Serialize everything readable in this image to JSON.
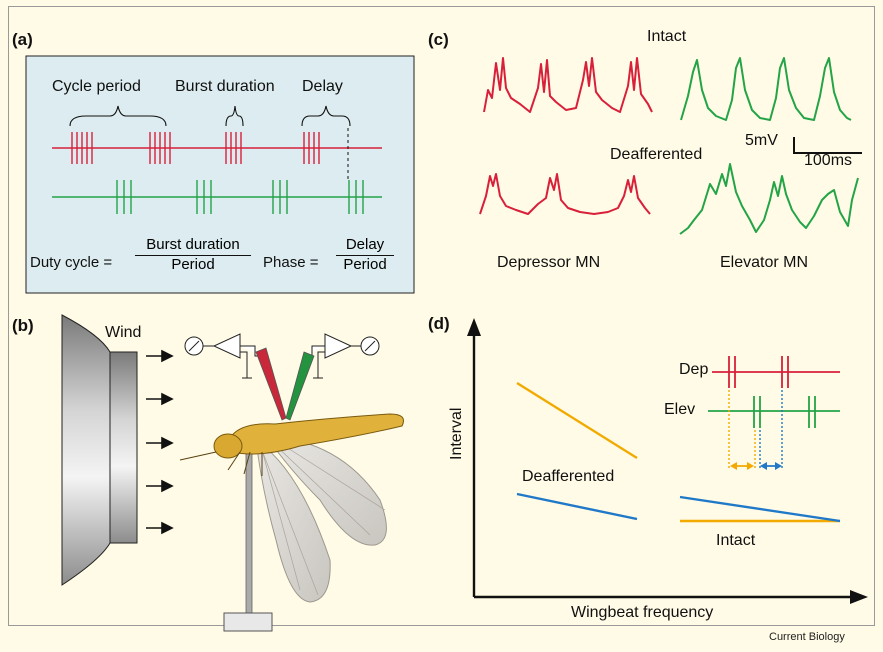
{
  "panels": {
    "a": {
      "label": "(a)",
      "cycle_period": "Cycle period",
      "burst_duration": "Burst duration",
      "delay": "Delay",
      "duty_cycle_label": "Duty cycle =",
      "duty_num": "Burst duration",
      "duty_den": "Period",
      "phase_label": "Phase =",
      "phase_num": "Delay",
      "phase_den": "Period",
      "colors": {
        "red": "#d8203a",
        "green": "#23a447",
        "box": "#dcecf0"
      }
    },
    "b": {
      "label": "(b)",
      "wind": "Wind"
    },
    "c": {
      "label": "(c)",
      "intact": "Intact",
      "deafferented": "Deafferented",
      "scale_mv": "5mV",
      "scale_ms": "100ms",
      "depressor": "Depressor MN",
      "elevator": "Elevator MN"
    },
    "d": {
      "label": "(d)",
      "dep": "Dep",
      "elev": "Elev",
      "deafferented": "Deafferented",
      "intact": "Intact",
      "ylabel": "Interval",
      "xlabel": "Wingbeat  frequency",
      "colors": {
        "orange": "#f2aa00",
        "blue": "#1f78c8"
      }
    }
  },
  "credit": "Current Biology"
}
